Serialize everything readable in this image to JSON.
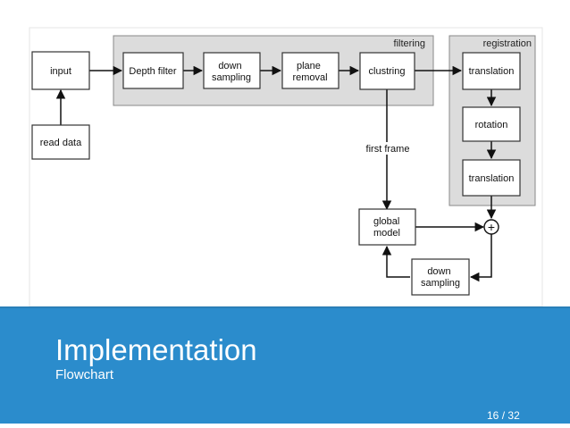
{
  "slide": {
    "title": "Implementation",
    "subtitle": "Flowchart",
    "page_current": "16",
    "page_separator": "/",
    "page_total": "32"
  },
  "diagram": {
    "groups": {
      "filtering": "filtering",
      "registration": "registration"
    },
    "nodes": {
      "input": [
        "input"
      ],
      "read_data": [
        "read data"
      ],
      "depth_filter": [
        "Depth filter"
      ],
      "down_sampling_1": [
        "down",
        "sampling"
      ],
      "plane_removal": [
        "plane",
        "removal"
      ],
      "clustring": [
        "clustring"
      ],
      "translation_1": [
        "translation"
      ],
      "rotation": [
        "rotation"
      ],
      "translation_2": [
        "translation"
      ],
      "global_model": [
        "global",
        "model"
      ],
      "down_sampling_2": [
        "down",
        "sampling"
      ]
    },
    "edge_labels": {
      "first_frame": "first frame"
    },
    "symbols": {
      "sum": "+"
    }
  }
}
